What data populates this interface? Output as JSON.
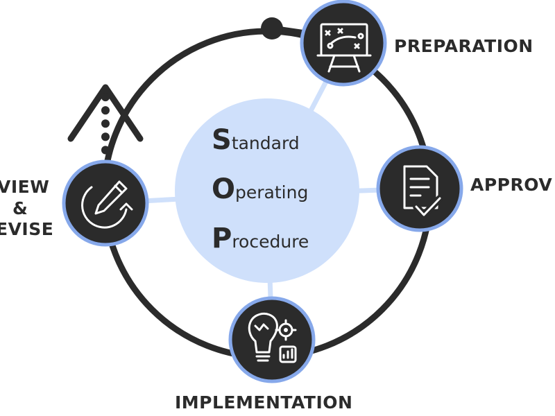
{
  "center": {
    "lines": [
      {
        "initial": "S",
        "rest": "tandard"
      },
      {
        "initial": "O",
        "rest": "perating"
      },
      {
        "initial": "P",
        "rest": "rocedure"
      }
    ]
  },
  "stages": {
    "preparation": "PREPARATION",
    "approval": "APPROV",
    "implementation": "IMPLEMENTATION",
    "review_line1": "VIEW",
    "review_line2": "&",
    "review_line3": "EVISE"
  },
  "colors": {
    "ring": "#2b2b2b",
    "node_border": "#86a8ea",
    "hub": "#cfe0fb",
    "text": "#2b2b2b"
  },
  "icons": {
    "preparation": "strategy-board-icon",
    "approval": "document-check-icon",
    "implementation": "lightbulb-gear-icon",
    "review": "edit-refresh-icon",
    "exit": "dotted-up-arrow-icon",
    "start": "start-dot-icon"
  }
}
